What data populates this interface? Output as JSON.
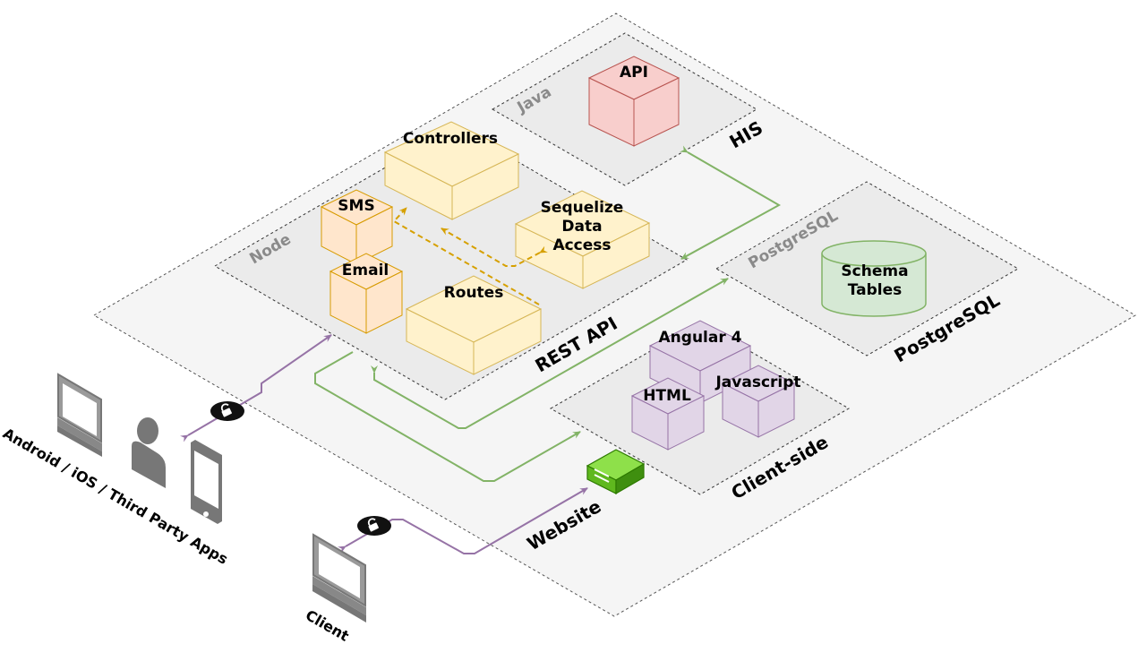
{
  "labels": {
    "his": "HIS",
    "java": "Java",
    "api": "API",
    "node": "Node",
    "rest_api": "REST API",
    "controllers": "Controllers",
    "sms": "SMS",
    "sequelize": [
      "Sequelize",
      "Data",
      "Access"
    ],
    "email": "Email",
    "routes": "Routes",
    "postgres_inner": "PostgreSQL",
    "postgres_outer": "PostgreSQL",
    "schema_tables": [
      "Schema",
      "Tables"
    ],
    "angular": "Angular 4",
    "html": "HTML",
    "javascript": "Javascript",
    "client_side": "Client-side",
    "website": "Website",
    "apps": "Android / iOS / Third Party Apps",
    "client": "Client"
  },
  "icons": {
    "monitor": "monitor-icon",
    "person": "person-icon",
    "phone": "smartphone-icon",
    "lock": "lock-icon",
    "server": "server-block-icon",
    "database": "database-cylinder-icon"
  },
  "colors": {
    "zone_fill": "#f5f5f5",
    "zone_inner_fill": "#ebebeb",
    "api_fill": "#f8cecc",
    "api_stroke": "#b85450",
    "yellow_fill": "#fff2cc",
    "yellow_stroke": "#d6b656",
    "orange_fill": "#ffe6cc",
    "orange_stroke": "#d79b00",
    "purple_fill": "#e1d5e7",
    "purple_stroke": "#9673a6",
    "green_fill": "#d5e8d4",
    "green_stroke": "#82b366",
    "arrow_green": "#82b366",
    "arrow_purple": "#9673a6",
    "arrow_orange": "#d6a000",
    "device_gray": "#777777"
  }
}
